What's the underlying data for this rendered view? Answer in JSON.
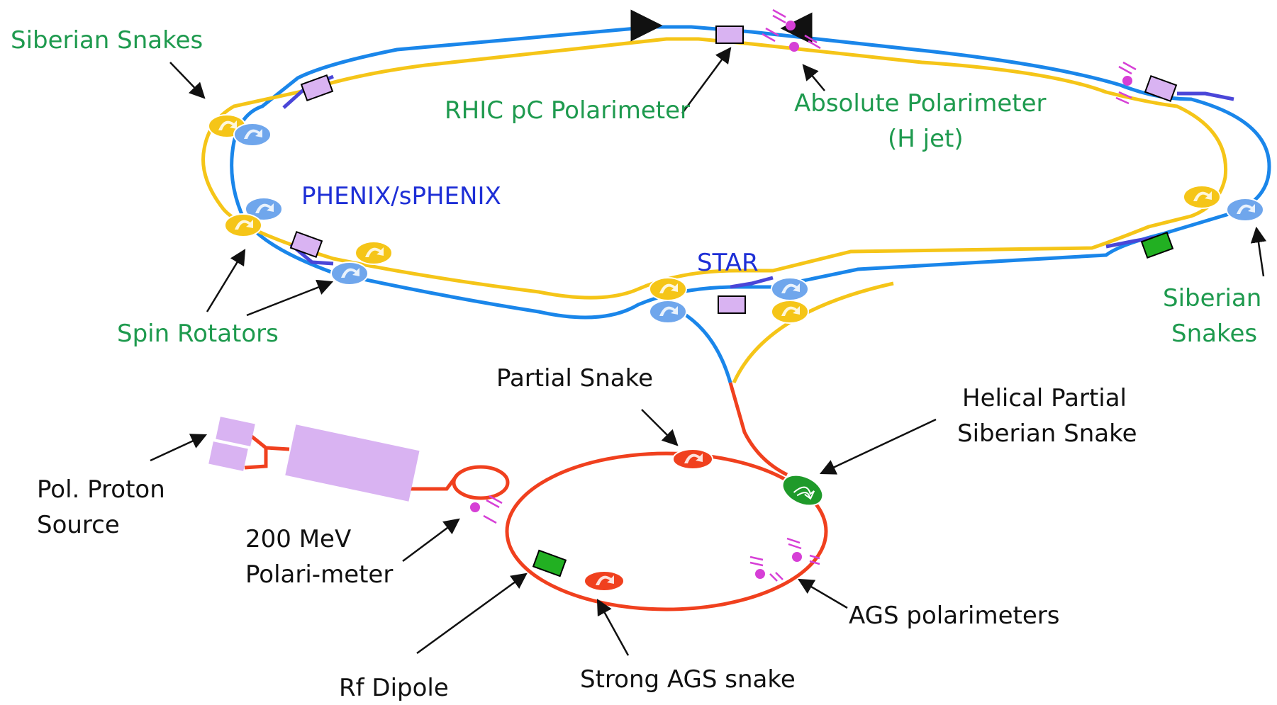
{
  "labels": {
    "siberian_snakes_top": "Siberian Snakes",
    "rhic_pc_polarimeter": "RHIC pC Polarimeter",
    "absolute_polarimeter_1": "Absolute Polarimeter",
    "absolute_polarimeter_2": "(H jet)",
    "phenix": "PHENIX/sPHENIX",
    "star": "STAR",
    "spin_rotators": "Spin Rotators",
    "siberian_snakes_right_1": "Siberian",
    "siberian_snakes_right_2": "Snakes",
    "partial_snake": "Partial Snake",
    "helical_partial_1": "Helical Partial",
    "helical_partial_2": "Siberian Snake",
    "pol_proton_source_1": "Pol. Proton",
    "pol_proton_source_2": "Source",
    "mev_polarimeter_1": "200 MeV",
    "mev_polarimeter_2": "Polari-meter",
    "ags_polarimeters": "AGS polarimeters",
    "rf_dipole": "Rf Dipole",
    "strong_ags_snake": "Strong AGS snake"
  },
  "colors": {
    "label_green": "#1e9a4e",
    "label_blue": "#1e2fd6",
    "rhic_blue_ring": "#1a86ea",
    "rhic_yellow_ring": "#f5c518",
    "ags_ring": "#f0401e",
    "polarimeter_box": "#d9b3f2",
    "rf_dipole_box": "#22b022",
    "polarimeter_dot": "#d63fd6"
  }
}
